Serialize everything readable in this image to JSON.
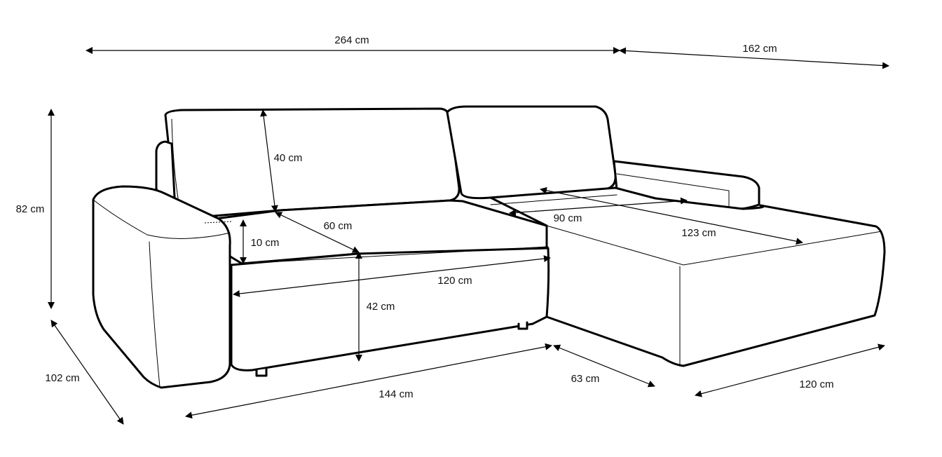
{
  "dimensions": {
    "total_width": "264 cm",
    "chaise_length": "162 cm",
    "overall_height": "82 cm",
    "overall_depth": "102 cm",
    "backrest_height": "40 cm",
    "seat_cushion_depth": "60 cm",
    "seat_cushion_thickness": "10 cm",
    "seat_width": "120 cm",
    "seat_height": "42 cm",
    "base_width": "144 cm",
    "base_step_depth": "63 cm",
    "chaise_width": "120 cm",
    "chaise_inner_width": "90 cm",
    "chaise_inner_length": "123 cm"
  }
}
